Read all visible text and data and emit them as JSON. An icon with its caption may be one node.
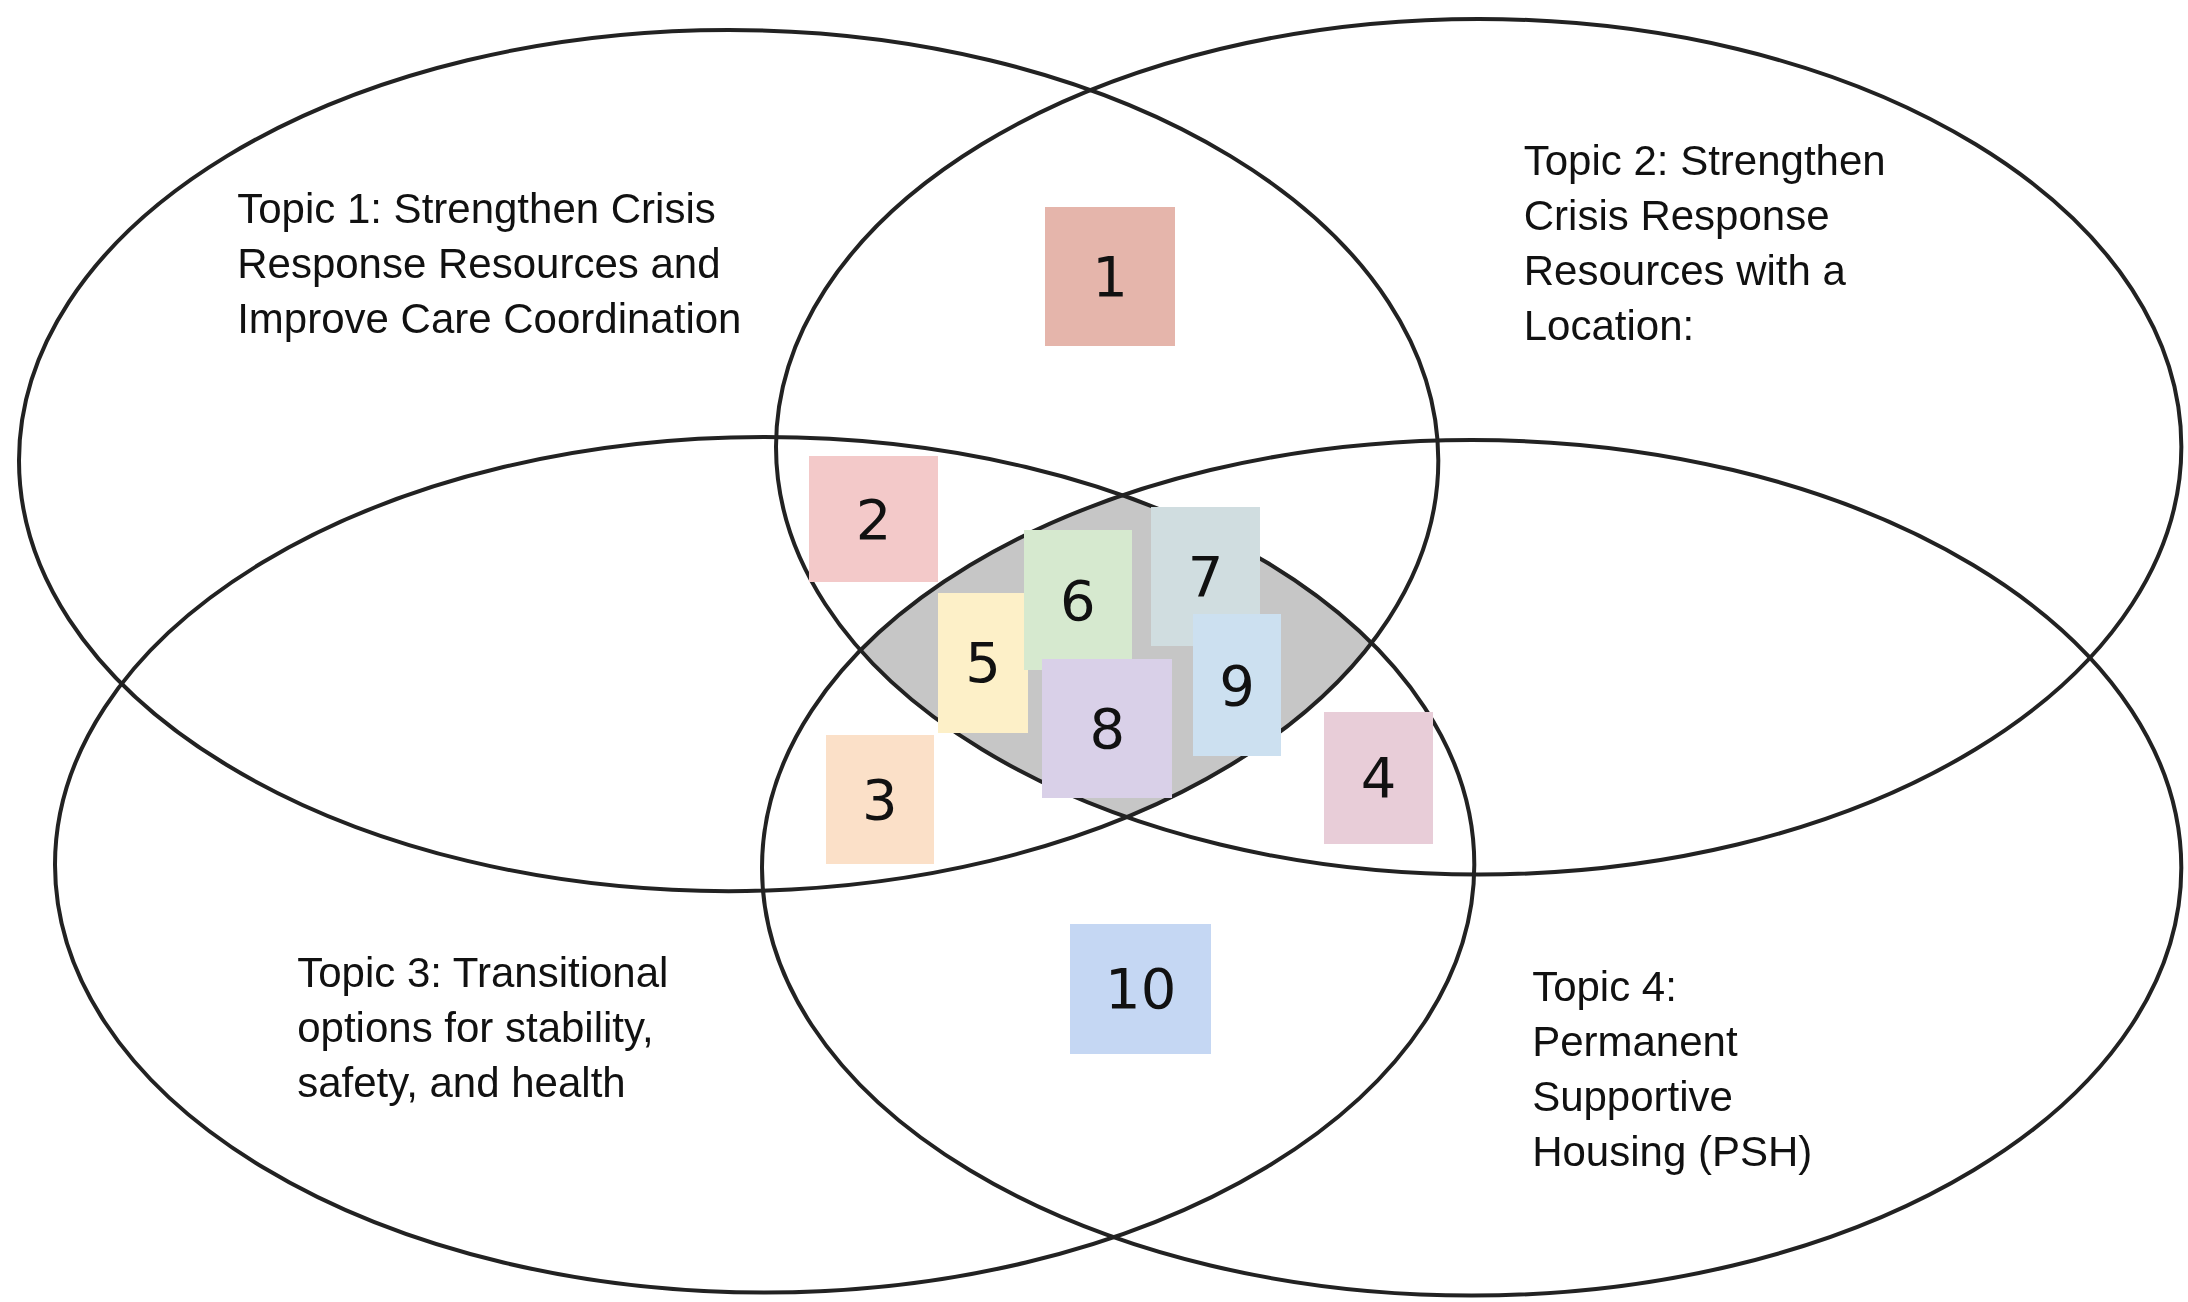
{
  "diagram": {
    "nodes": [
      {
        "text": [
          "Topic 1: Strengthen Crisis Response Resources and Improve Care Coordination"
        ]
      },
      {
        "text": [
          "Topic 2: Strengthen Crisis Response Resources with a Location:"
        ]
      },
      {
        "text": [
          "Topic 3: Transitional options for stability, safety, and health"
        ]
      },
      {
        "text": [
          "Topic 4: Permanent Supportive Housing (PSH)"
        ]
      },
      {
        "text": [
          "1"
        ]
      },
      {
        "text": [
          "2"
        ]
      },
      {
        "text": [
          "3"
        ]
      },
      {
        "text": [
          "4"
        ]
      },
      {
        "text": [
          "5"
        ]
      },
      {
        "text": [
          "6"
        ]
      },
      {
        "text": [
          "7"
        ]
      },
      {
        "text": [
          "8"
        ]
      },
      {
        "text": [
          "9"
        ]
      },
      {
        "text": [
          "10"
        ]
      }
    ]
  }
}
